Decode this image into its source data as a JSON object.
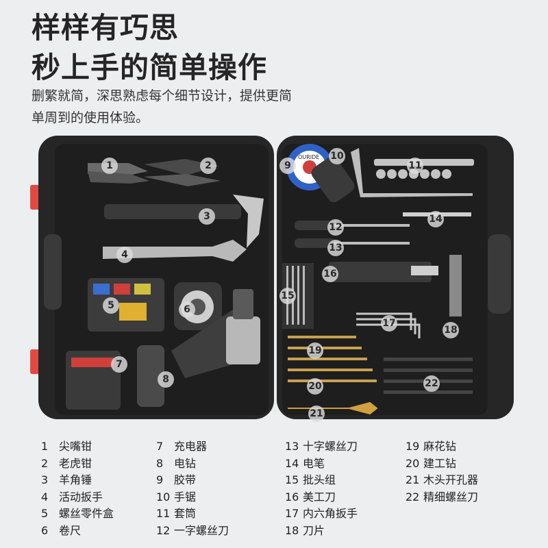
{
  "headline": {
    "line1": "样样有巧思",
    "line2": "秒上手的简单操作"
  },
  "subtitle": {
    "line1": "删繁就简，深思熟虑每个细节设计，提供更简",
    "line2": "单周到的使用体验。"
  },
  "tape_label": "OURIDE",
  "colors": {
    "background": "#eceef0",
    "case": "#2b2b2b",
    "latch": "#e04a43"
  },
  "markers": [
    "1",
    "2",
    "3",
    "4",
    "5",
    "6",
    "7",
    "8",
    "9",
    "10",
    "11",
    "12",
    "13",
    "14",
    "15",
    "16",
    "17",
    "18",
    "19",
    "20",
    "21",
    "22"
  ],
  "legend": [
    {
      "num": "1",
      "name": "尖嘴钳"
    },
    {
      "num": "2",
      "name": "老虎钳"
    },
    {
      "num": "3",
      "name": "羊角锤"
    },
    {
      "num": "4",
      "name": "活动扳手"
    },
    {
      "num": "5",
      "name": "螺丝零件盒"
    },
    {
      "num": "6",
      "name": "卷尺"
    },
    {
      "num": "7",
      "name": "充电器"
    },
    {
      "num": "8",
      "name": "电钻"
    },
    {
      "num": "9",
      "name": "胶带"
    },
    {
      "num": "10",
      "name": "手锯"
    },
    {
      "num": "11",
      "name": "套筒"
    },
    {
      "num": "12",
      "name": "一字螺丝刀"
    },
    {
      "num": "13",
      "name": "十字螺丝刀"
    },
    {
      "num": "14",
      "name": "电笔"
    },
    {
      "num": "15",
      "name": "批头组"
    },
    {
      "num": "16",
      "name": "美工刀"
    },
    {
      "num": "17",
      "name": "内六角扳手"
    },
    {
      "num": "18",
      "name": "刀片"
    },
    {
      "num": "19",
      "name": "麻花钻"
    },
    {
      "num": "20",
      "name": "建工钻"
    },
    {
      "num": "21",
      "name": "木头开孔器"
    },
    {
      "num": "22",
      "name": "精细螺丝刀"
    }
  ]
}
